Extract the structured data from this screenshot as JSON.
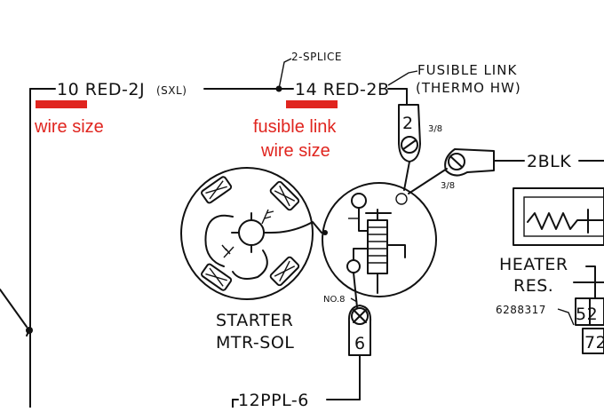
{
  "labels": {
    "splice": "2-SPLICE",
    "fusible_link_1": "FUSIBLE LINK",
    "fusible_link_2": "(THERMO HW)",
    "wire_main": "10 RED-2J",
    "wire_main_suffix": "(SXL)",
    "wire_fusible": "14 RED-2B",
    "terminal_2": "2",
    "fraction_upper": "3/8",
    "fraction_lower": "3/8",
    "wire_blk": "2BLK",
    "starter_1": "STARTER",
    "starter_2": "MTR-SOL",
    "no8": "NO.8",
    "terminal_6": "6",
    "wire_ppl": "12PPL-6",
    "heater_1": "HEATER",
    "heater_2": "RES.",
    "part_no": "6288317",
    "box_52": "52",
    "box_72": "72"
  },
  "annotations": {
    "wire_size": "wire size",
    "fusible_1": "fusible link",
    "fusible_2": "wire size",
    "color": "#e0251f"
  }
}
